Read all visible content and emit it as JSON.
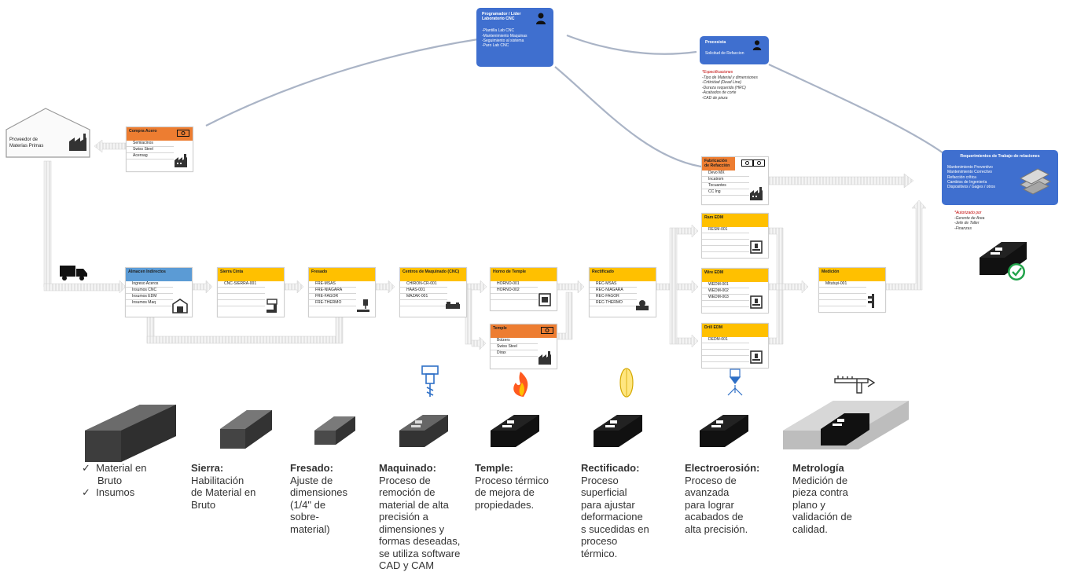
{
  "supplier": {
    "label": "Proveedor de Materias Primas"
  },
  "programmer": {
    "title": "Programador / Líder Laboratorio CNC",
    "items": [
      "-Plantilla Lab CNC",
      "-Mantenimiento Maquinas",
      "-Seguimiento al sistema",
      "-Paro Lab CNC"
    ]
  },
  "requester": {
    "title": "Procesista",
    "item": "Solicitud de Refaccion",
    "specs_title": "*Especificaciones",
    "specs": [
      "-Tipo de Material y dimensiones",
      "-Criticidad (Dead Line)",
      "-Dureza requerida (HRC)",
      "-Acabados de corte",
      "-CAD de pieza"
    ]
  },
  "requirements": {
    "title": "Requerimientos de  Trabajo de relaciones",
    "items": [
      "Mantenimiento Preventivo",
      "Mantenimiento Correctivo",
      "Refacción crítica",
      "Cambios de Ingeniería",
      "Dispositivos / Gages / otros"
    ],
    "auth_title": "*Autorizado por",
    "auth": [
      "-Gerente de Area",
      "-Jefe de Taller",
      "-Finanzas"
    ]
  },
  "boxes": {
    "compra": {
      "title": "Compra Acero",
      "items": [
        "Semiacinos",
        "Swiss Steel",
        "Aceroag"
      ]
    },
    "fabricacion": {
      "title": "Fabricación de Refacción",
      "items": [
        "Devo MX",
        "Incatrom",
        "Tocuantes",
        "CC Ing"
      ]
    },
    "almacen": {
      "title": "Almacen Indirectos",
      "items": [
        "Ingreso Aceros",
        "Insumos CNC",
        "Insumos EDM",
        "Insumos Maq"
      ]
    },
    "sierra": {
      "title": "Sierra Cinta",
      "items": [
        "CNC-SIERRA-001"
      ]
    },
    "fresado": {
      "title": "Fresado",
      "items": [
        "FRE-MSAS",
        "FRE-NIAGARA",
        "FRE-FAGOR",
        "FRE-THERMO"
      ]
    },
    "centros": {
      "title": "Centros de Maquinado (CNC)",
      "items": [
        "CHIRON-CR-001",
        "HAAS-001",
        "MAZAK-001"
      ]
    },
    "horno": {
      "title": "Horno de Temple",
      "items": [
        "HORNO-001",
        "HORNO-002"
      ]
    },
    "temple": {
      "title": "Temple",
      "items": [
        "Bolzers",
        "Swiss Steel",
        "Dirax"
      ]
    },
    "rectificado": {
      "title": "Rectificado",
      "items": [
        "REC-MSAS",
        "REC-NIAGARA",
        "REC-FAGOR",
        "REC-THERMO"
      ]
    },
    "ram": {
      "title": "Ram EDM",
      "items": [
        "RESM-001"
      ]
    },
    "wire": {
      "title": "Wire EDM",
      "items": [
        "WEDM-001",
        "WEDM-002",
        "WEDM-003"
      ]
    },
    "drill": {
      "title": "Drill EDM",
      "items": [
        "DEDM-001"
      ]
    },
    "medicion": {
      "title": "Medición",
      "items": [
        "Mitutuyi-001"
      ]
    }
  },
  "stages": [
    {
      "title": "Sierra:",
      "desc": [
        "Habilitación",
        "de Material en",
        "Bruto"
      ]
    },
    {
      "title": "Fresado:",
      "desc": [
        "Ajuste de",
        "dimensiones",
        "(1/4\" de",
        "sobre-",
        "material)"
      ]
    },
    {
      "title": "Maquinado:",
      "desc": [
        "Proceso de",
        "remoción de",
        "material de alta",
        "precisión a",
        "dimensiones y",
        "formas deseadas,",
        "se utiliza software",
        "CAD y CAM"
      ]
    },
    {
      "title": "Temple:",
      "desc": [
        "Proceso térmico",
        "de mejora de",
        "propiedades."
      ]
    },
    {
      "title": "Rectificado:",
      "desc": [
        "Proceso",
        "superficial",
        "para ajustar",
        "deformacione",
        "s sucedidas en",
        "proceso",
        "térmico."
      ]
    },
    {
      "title": "Electroerosión:",
      "desc": [
        "Proceso de",
        "avanzada",
        "para lograr",
        "acabados de",
        "alta precisión."
      ]
    },
    {
      "title": "Metrología",
      "desc": [
        "Medición de",
        "pieza contra",
        "plano y",
        "validación de",
        "calidad."
      ]
    }
  ],
  "checklist": {
    "mark": "✓",
    "items": [
      "Material en",
      "Bruto",
      "Insumos"
    ]
  },
  "colors": {
    "orange": "#ed7d31",
    "yellow": "#ffc000",
    "blue": "#3f6fcf",
    "check": "#21a34a"
  }
}
